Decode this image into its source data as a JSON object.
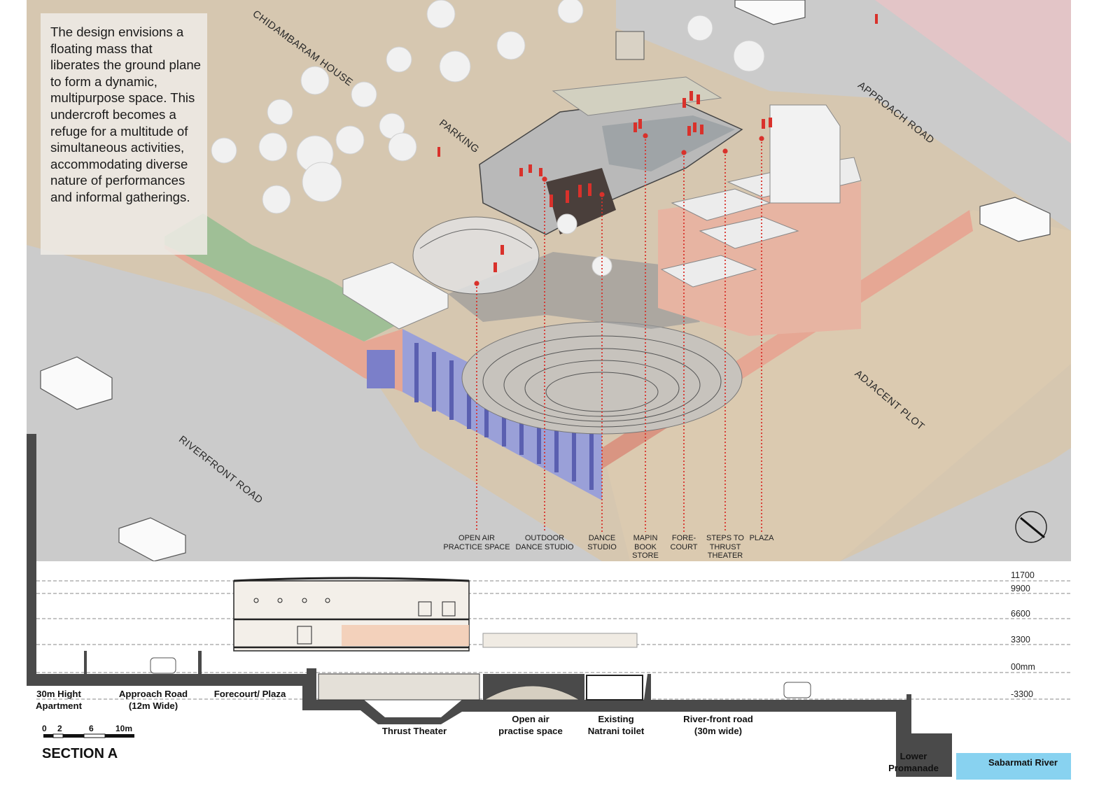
{
  "description": "The design envisions a floating mass that liberates the ground plane to form a dynamic, multipurpose space. This undercroft becomes a refuge for a multitude of simultaneous activities, accommodating diverse nature of performances and informal gatherings.",
  "site_labels": {
    "chidambaram": "CHIDAMBARAM HOUSE",
    "parking": "PARKING",
    "approach": "APPROACH ROAD",
    "adjacent": "ADJACENT PLOT",
    "riverfront": "RIVERFRONT ROAD"
  },
  "callouts": [
    {
      "lines": [
        "OPEN AIR",
        "PRACTICE SPACE"
      ]
    },
    {
      "lines": [
        "OUTDOOR",
        "DANCE STUDIO"
      ]
    },
    {
      "lines": [
        "DANCE",
        "STUDIO"
      ]
    },
    {
      "lines": [
        "MAPIN",
        "BOOK",
        "STORE"
      ]
    },
    {
      "lines": [
        "FORE-",
        "COURT"
      ]
    },
    {
      "lines": [
        "STEPS TO",
        "THRUST",
        "THEATER"
      ]
    },
    {
      "lines": [
        "PLAZA"
      ]
    }
  ],
  "levels": [
    "11700",
    "9900",
    "6600",
    "3300",
    "00mm",
    "-3300"
  ],
  "section_labels": [
    {
      "lines": [
        "30m Hight",
        "Apartment"
      ]
    },
    {
      "lines": [
        "Approach Road",
        "(12m Wide)"
      ]
    },
    {
      "lines": [
        "Forecourt/ Plaza"
      ]
    },
    {
      "lines": [
        "Thrust Theater"
      ]
    },
    {
      "lines": [
        "Open air",
        "practise space"
      ]
    },
    {
      "lines": [
        "Existing",
        "Natrani toilet"
      ]
    },
    {
      "lines": [
        "River-front road",
        "(30m wide)"
      ]
    },
    {
      "lines": [
        "Lower",
        "Promanade"
      ]
    }
  ],
  "river": "Sabarmati River",
  "scale_labels": [
    "0",
    "2",
    "6",
    "10m"
  ],
  "section_title": "SECTION A",
  "colors": {
    "road": "#c9c9c9",
    "site": "#d6c7b0",
    "brick": "#e6a794",
    "green": "#9fbf96",
    "blue_panel": "#7b7fc9",
    "red": "#d9312b",
    "river": "#88d2f0"
  }
}
